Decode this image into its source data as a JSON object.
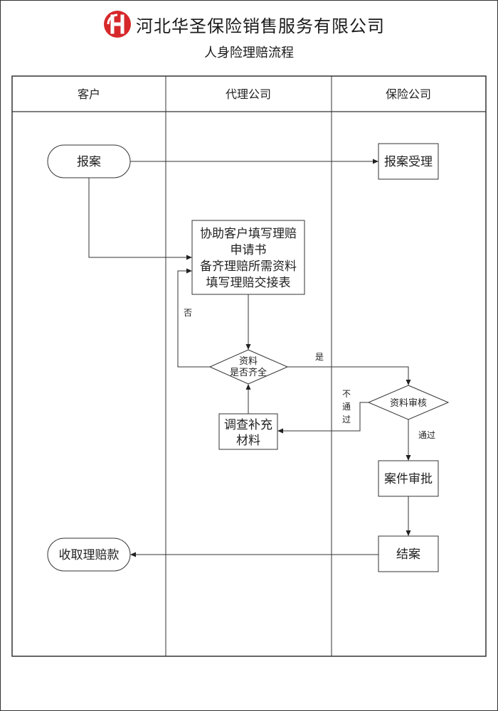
{
  "header": {
    "company_name": "河北华圣保险销售服务有限公司",
    "logo_color": "#d6282b",
    "document_title": "人身险理赔流程"
  },
  "lanes": [
    {
      "id": "customer",
      "label": "客户"
    },
    {
      "id": "agency",
      "label": "代理公司"
    },
    {
      "id": "insurer",
      "label": "保险公司"
    }
  ],
  "nodes": {
    "report_case": {
      "lane": "customer",
      "shape": "terminal",
      "lines": [
        "报案"
      ]
    },
    "accept_report": {
      "lane": "insurer",
      "shape": "process",
      "lines": [
        "报案受理"
      ]
    },
    "assist_customer": {
      "lane": "agency",
      "shape": "process",
      "lines": [
        "协助客户填写理赔",
        "申请书",
        "备齐理赔所需资料",
        "填写理赔交接表"
      ]
    },
    "docs_complete": {
      "lane": "agency",
      "shape": "decision",
      "lines": [
        "资料",
        "是否齐全"
      ]
    },
    "docs_review": {
      "lane": "insurer",
      "shape": "decision",
      "lines": [
        "资料审核"
      ]
    },
    "investigate": {
      "lane": "agency",
      "shape": "process",
      "lines": [
        "调查补充",
        "材料"
      ]
    },
    "case_approval": {
      "lane": "insurer",
      "shape": "process",
      "lines": [
        "案件审批"
      ]
    },
    "close_case": {
      "lane": "insurer",
      "shape": "process",
      "lines": [
        "结案"
      ]
    },
    "receive_payment": {
      "lane": "customer",
      "shape": "terminal",
      "lines": [
        "收取理赔款"
      ]
    }
  },
  "edges": [
    {
      "from": "report_case",
      "to": "accept_report",
      "label": ""
    },
    {
      "from": "report_case",
      "to": "assist_customer",
      "label": ""
    },
    {
      "from": "assist_customer",
      "to": "docs_complete",
      "label": ""
    },
    {
      "from": "docs_complete",
      "to": "assist_customer",
      "label": "否"
    },
    {
      "from": "docs_complete",
      "to": "docs_review",
      "label": "是"
    },
    {
      "from": "docs_review",
      "to": "investigate",
      "label": "不通过"
    },
    {
      "from": "investigate",
      "to": "docs_complete",
      "label": ""
    },
    {
      "from": "docs_review",
      "to": "case_approval",
      "label": "通过"
    },
    {
      "from": "case_approval",
      "to": "close_case",
      "label": ""
    },
    {
      "from": "close_case",
      "to": "receive_payment",
      "label": ""
    }
  ],
  "edge_labels": {
    "no": "否",
    "yes": "是",
    "fail": [
      "不",
      "通",
      "过"
    ],
    "pass": "通过"
  }
}
